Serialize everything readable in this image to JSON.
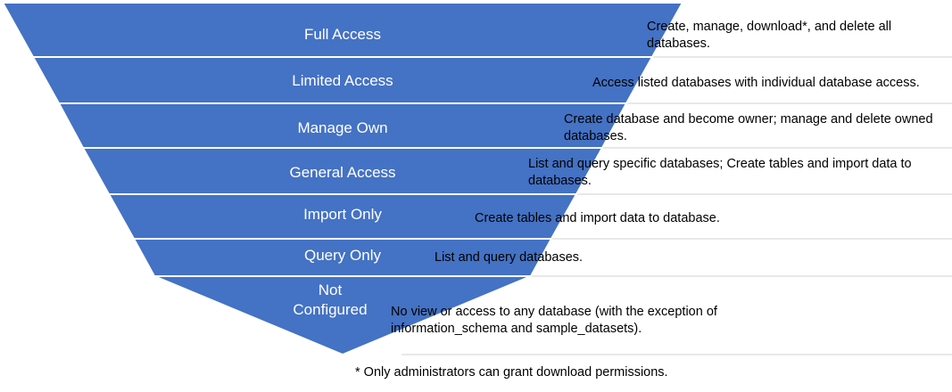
{
  "colors": {
    "band": "#4472C4",
    "separator": "#ffffff",
    "divider": "#d0d0d0"
  },
  "levels": [
    {
      "label": "Full Access",
      "description": "Create, manage, download*, and delete all databases."
    },
    {
      "label": "Limited Access",
      "description": "Access listed databases with individual database access."
    },
    {
      "label": "Manage Own",
      "description": "Create database and become owner; manage and delete owned databases."
    },
    {
      "label": "General Access",
      "description": "List and query specific databases; Create tables and import data to databases."
    },
    {
      "label": "Import Only",
      "description": "Create tables and import data to database."
    },
    {
      "label": "Query Only",
      "description": "List and query databases."
    },
    {
      "label": "Not Configured",
      "description": "No view or access to any database (with the exception of information_schema and sample_datasets)."
    }
  ],
  "footnote": "* Only administrators can grant download permissions."
}
